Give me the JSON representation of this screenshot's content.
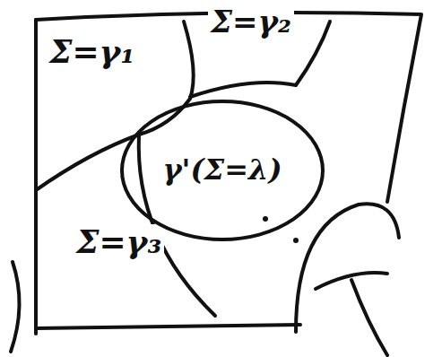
{
  "diagram": {
    "nodes": [
      {
        "text": [
          "γ'(Σ=λ)"
        ]
      }
    ],
    "labels": [
      "Σ=γ₁",
      "Σ=γ₂",
      "Σ=γ₃"
    ]
  }
}
